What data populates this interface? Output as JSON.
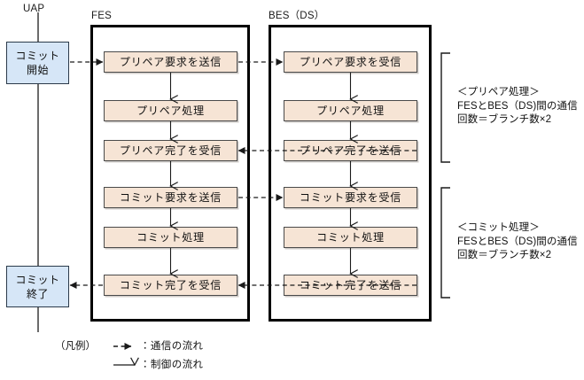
{
  "diagram": {
    "columns": {
      "uap": "UAP",
      "fes": "FES",
      "bes": "BES（DS）"
    },
    "uap_nodes": [
      {
        "line1": "コミット",
        "line2": "開始"
      },
      {
        "line1": "コミット",
        "line2": "終了"
      }
    ],
    "fes_steps": [
      "プリペア要求を送信",
      "プリペア処理",
      "プリペア完了を受信",
      "コミット要求を送信",
      "コミット処理",
      "コミット完了を受信"
    ],
    "bes_steps": [
      "プリペア要求を受信",
      "プリペア処理",
      "プリペア完了を送信",
      "コミット要求を受信",
      "コミット処理",
      "コミット完了を送信"
    ],
    "annotations": [
      {
        "line1": "＜プリペア処理＞",
        "line2": "FESとBES（DS)間の通信",
        "line3": "回数＝ブランチ数×2"
      },
      {
        "line1": "＜コミット処理＞",
        "line2": "FESとBES（DS)間の通信",
        "line3": "回数＝ブランチ数×2"
      }
    ],
    "legend": {
      "title": "（凡例）",
      "items": [
        {
          "icon": "dashed-arrow-icon",
          "label": "：通信の流れ"
        },
        {
          "icon": "solid-arrow-icon",
          "label": "：制御の流れ"
        }
      ]
    },
    "colors": {
      "step_fill": "#f6e4d5",
      "uap_fill": "#d6e6f7",
      "container_stroke": "#000000",
      "arrow_stroke": "#1a1a1a",
      "lifeline": "#6b6b6b"
    }
  }
}
